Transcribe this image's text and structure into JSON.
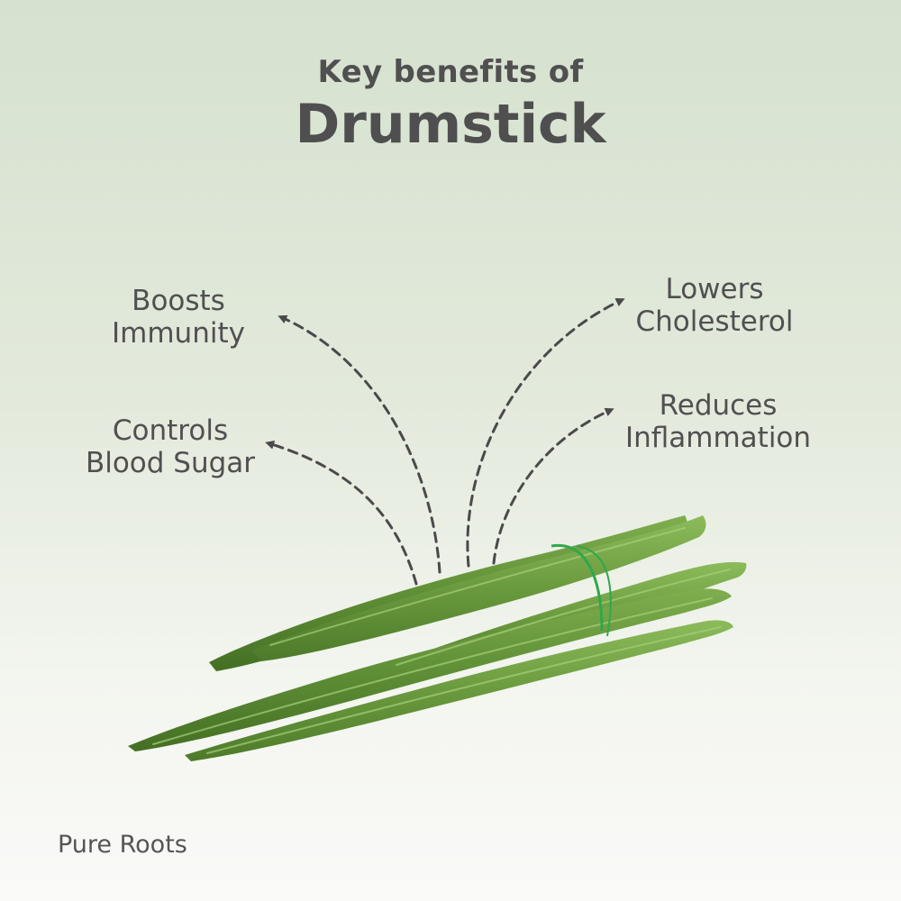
{
  "header": {
    "subtitle": "Key benefits of",
    "title": "Drumstick"
  },
  "benefits": [
    {
      "line1": "Boosts",
      "line2": "Immunity"
    },
    {
      "line1": "Controls",
      "line2": "Blood Sugar"
    },
    {
      "line1": "Lowers",
      "line2": "Cholesterol"
    },
    {
      "line1": "Reduces",
      "line2": "Inflammation"
    }
  ],
  "footer": {
    "brand": "Pure Roots"
  },
  "colors": {
    "text": "#4f4f4f",
    "arrow": "#4a4a4a",
    "drumstick": "#6a9a3e",
    "band": "#2fa84a"
  },
  "illustration": "drumstick-bundle"
}
